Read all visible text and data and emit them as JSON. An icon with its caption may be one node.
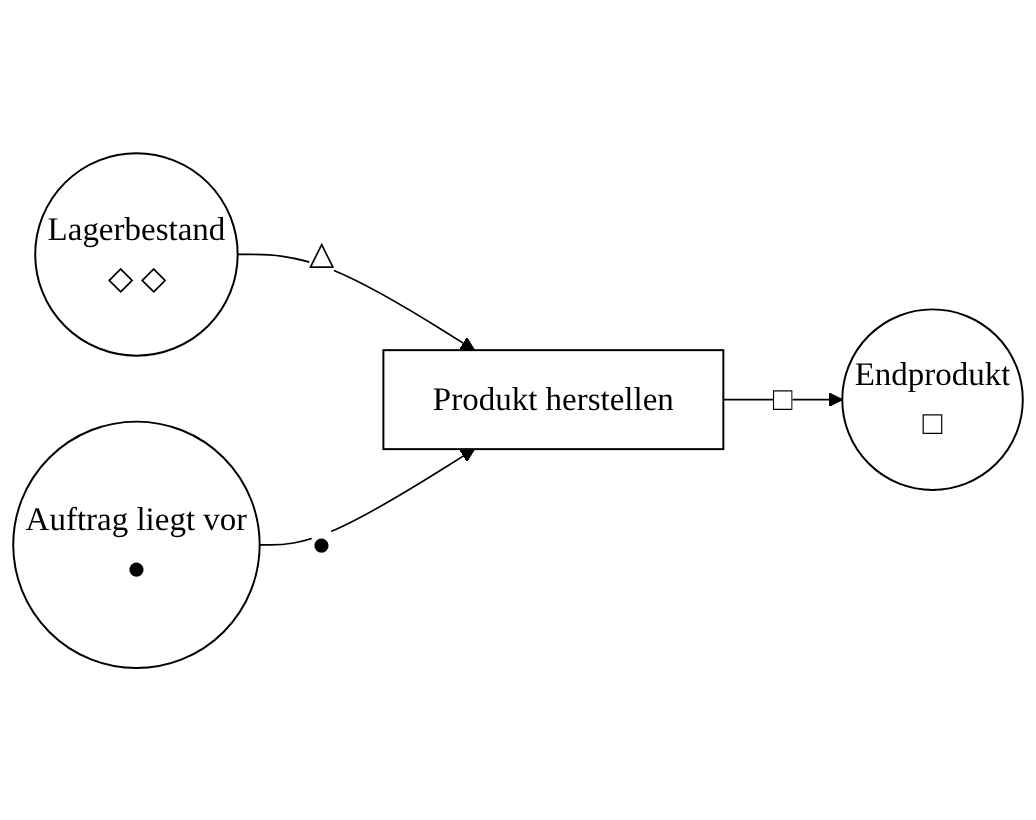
{
  "diagram": {
    "nodes": [
      {
        "text": [
          "Lagerbestand",
          "◇ ◇"
        ]
      },
      {
        "text": [
          "Produkt herstellen"
        ]
      },
      {
        "text": [
          "Endprodukt",
          "□"
        ]
      },
      {
        "text": [
          "Auftrag liegt vor",
          "●"
        ]
      }
    ],
    "edges": [
      {
        "from": 0,
        "to": 1,
        "arrow": "to",
        "label": "△"
      },
      {
        "from": 3,
        "to": 1,
        "arrow": "to",
        "label": "●"
      },
      {
        "from": 1,
        "to": 2,
        "arrow": "to",
        "label": "□"
      }
    ]
  }
}
